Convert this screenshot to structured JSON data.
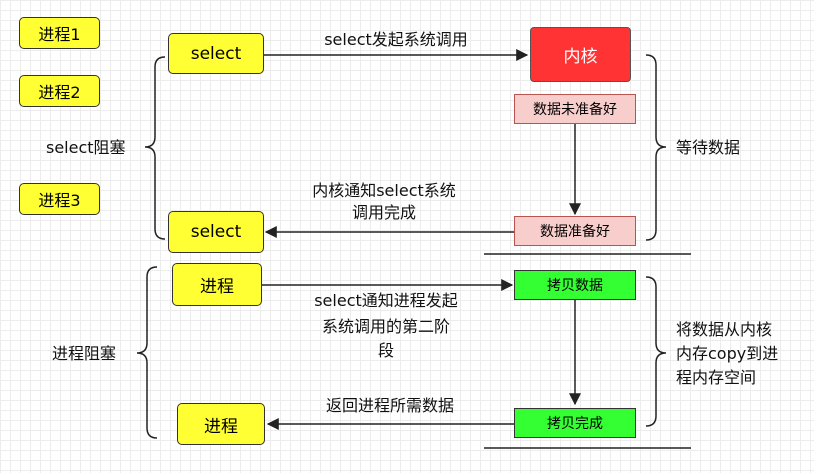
{
  "processes": {
    "p1": "进程1",
    "p2": "进程2",
    "p3": "进程3"
  },
  "stage1": {
    "select_top": "select",
    "select_bottom": "select",
    "kernel": "内核",
    "data_not_ready": "数据未准备好",
    "data_ready": "数据准备好",
    "syscall_label": "select发起系统调用",
    "notify_label_line1": "内核通知select系统",
    "notify_label_line2": "调用完成",
    "block_label": "select阻塞",
    "wait_label": "等待数据"
  },
  "stage2": {
    "process_top": "进程",
    "process_bottom": "进程",
    "copy_data": "拷贝数据",
    "copy_done": "拷贝完成",
    "notify_label_line1": "select通知进程发起",
    "notify_label_line2": "系统调用的第二阶",
    "notify_label_line3": "段",
    "return_label": "返回进程所需数据",
    "block_label": "进程阻塞",
    "copy_label_line1": "将数据从内核",
    "copy_label_line2": "内存copy到进",
    "copy_label_line3": "程内存空间"
  }
}
